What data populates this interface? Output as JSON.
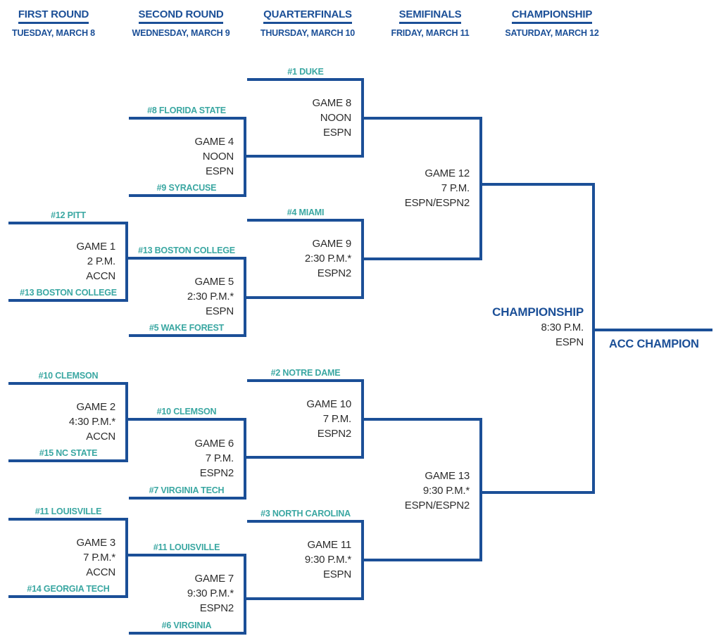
{
  "colors": {
    "navy": "#1b4f97",
    "teal": "#3aa7a2",
    "info": "#2d2d2d"
  },
  "rounds": [
    {
      "name": "FIRST ROUND",
      "date": "TUESDAY, MARCH 8"
    },
    {
      "name": "SECOND ROUND",
      "date": "WEDNESDAY, MARCH 9"
    },
    {
      "name": "QUARTERFINALS",
      "date": "THURSDAY, MARCH 10"
    },
    {
      "name": "SEMIFINALS",
      "date": "FRIDAY, MARCH 11"
    },
    {
      "name": "CHAMPIONSHIP",
      "date": "SATURDAY, MARCH 12"
    }
  ],
  "games": {
    "game1": {
      "top_team": "#12 PITT",
      "bottom_team": "#13 BOSTON COLLEGE",
      "label": "GAME 1",
      "time": "2 P.M.",
      "network": "ACCN"
    },
    "game2": {
      "top_team": "#10 CLEMSON",
      "bottom_team": "#15 NC STATE",
      "label": "GAME 2",
      "time": "4:30 P.M.*",
      "network": "ACCN"
    },
    "game3": {
      "top_team": "#11 LOUISVILLE",
      "bottom_team": "#14 GEORGIA TECH",
      "label": "GAME 3",
      "time": "7 P.M.*",
      "network": "ACCN"
    },
    "game4": {
      "top_team": "#8 FLORIDA STATE",
      "bottom_team": "#9 SYRACUSE",
      "label": "GAME 4",
      "time": "NOON",
      "network": "ESPN"
    },
    "game5": {
      "top_team": "#13 BOSTON COLLEGE",
      "bottom_team": "#5 WAKE FOREST",
      "label": "GAME 5",
      "time": "2:30 P.M.*",
      "network": "ESPN"
    },
    "game6": {
      "top_team": "#10 CLEMSON",
      "bottom_team": "#7 VIRGINIA TECH",
      "label": "GAME 6",
      "time": "7 P.M.",
      "network": "ESPN2"
    },
    "game7": {
      "top_team": "#11 LOUISVILLE",
      "bottom_team": "#6 VIRGINIA",
      "label": "GAME 7",
      "time": "9:30 P.M.*",
      "network": "ESPN2"
    },
    "game8": {
      "top_team": "#1 DUKE",
      "label": "GAME 8",
      "time": "NOON",
      "network": "ESPN"
    },
    "game9": {
      "top_team": "#4 MIAMI",
      "label": "GAME 9",
      "time": "2:30 P.M.*",
      "network": "ESPN2"
    },
    "game10": {
      "top_team": "#2 NOTRE DAME",
      "label": "GAME 10",
      "time": "7 P.M.",
      "network": "ESPN2"
    },
    "game11": {
      "top_team": "#3 NORTH CAROLINA",
      "label": "GAME 11",
      "time": "9:30 P.M.*",
      "network": "ESPN"
    },
    "game12": {
      "label": "GAME 12",
      "time": "7 P.M.",
      "network": "ESPN/ESPN2"
    },
    "game13": {
      "label": "GAME 13",
      "time": "9:30 P.M.*",
      "network": "ESPN/ESPN2"
    }
  },
  "final": {
    "title": "CHAMPIONSHIP",
    "time": "8:30 P.M.",
    "network": "ESPN",
    "champion": "ACC CHAMPION"
  }
}
